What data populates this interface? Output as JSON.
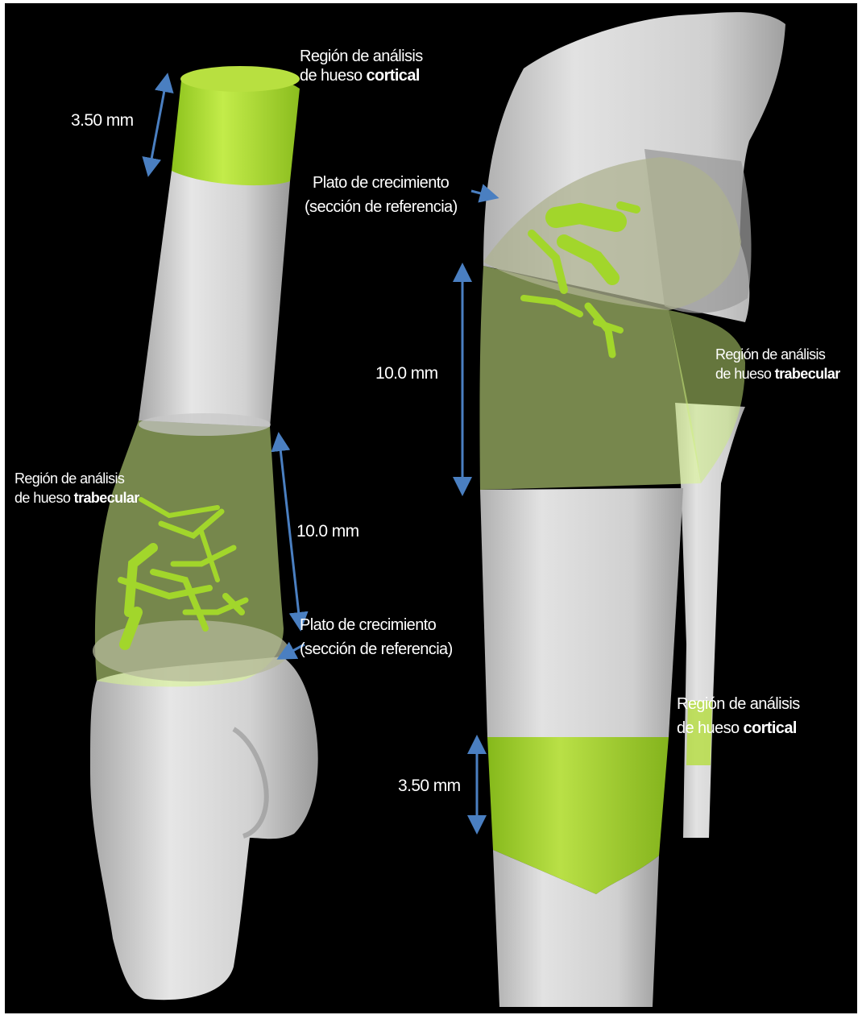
{
  "colors": {
    "background": "#000000",
    "bone": "#d9d9d9",
    "highlight": "#a6d833",
    "arrow": "#4a7fc1",
    "text": "#ffffff"
  },
  "left_specimen": {
    "cortical_label_1": "Región de análisis",
    "cortical_label_2a": "de hueso ",
    "cortical_label_2b": "cortical",
    "cortical_measure": "3.50 mm",
    "growth_plate_1": "Plato de crecimiento",
    "growth_plate_2": "(sección de referencia)",
    "trabecular_label_1": "Región de análisis",
    "trabecular_label_2a": "de hueso ",
    "trabecular_label_2b": "trabecular",
    "trabecular_measure": "10.0 mm"
  },
  "right_specimen": {
    "growth_plate_1": "Plato de crecimiento",
    "growth_plate_2": "(sección de referencia)",
    "trabecular_measure": "10.0 mm",
    "trabecular_label_1": "Región de análisis",
    "trabecular_label_2a": "de hueso ",
    "trabecular_label_2b": "trabecular",
    "cortical_label_1": "Región de análisis",
    "cortical_label_2a": "de hueso ",
    "cortical_label_2b": "cortical",
    "cortical_measure": "3.50 mm"
  }
}
